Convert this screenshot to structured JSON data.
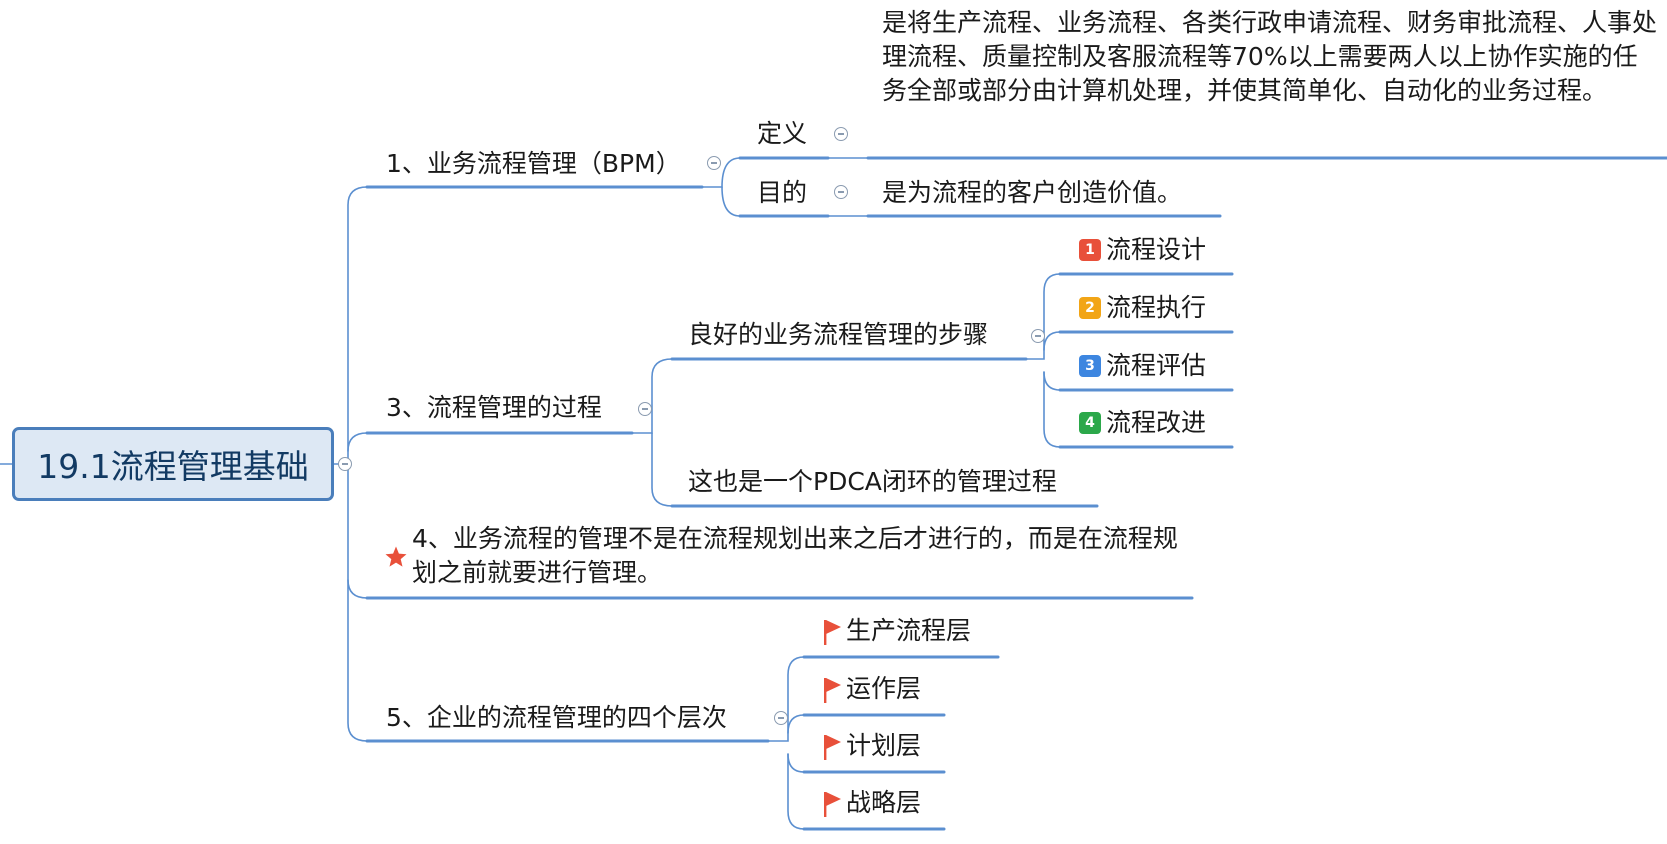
{
  "root": {
    "label": "19.1流程管理基础"
  },
  "branches": {
    "bpm": {
      "label": "1、业务流程管理（BPM）",
      "definition": {
        "label": "定义",
        "text": "是将生产流程、业务流程、各类行政申请流程、财务审批流程、人事处理流程、质量控制及客服流程等70%以上需要两人以上协作实施的任务全部或部分由计算机处理，并使其简单化、自动化的业务过程。"
      },
      "purpose": {
        "label": "目的",
        "text": "是为流程的客户创造价值。"
      }
    },
    "process": {
      "label": "3、流程管理的过程",
      "steps_label": "良好的业务流程管理的步骤",
      "steps": [
        {
          "number": "1",
          "label": "流程设计",
          "color": "#e8503a"
        },
        {
          "number": "2",
          "label": "流程执行",
          "color": "#f2a516"
        },
        {
          "number": "3",
          "label": "流程评估",
          "color": "#3d86e0"
        },
        {
          "number": "4",
          "label": "流程改进",
          "color": "#2ba84a"
        }
      ],
      "pdca": "这也是一个PDCA闭环的管理过程"
    },
    "note": {
      "text": "4、业务流程的管理不是在流程规划出来之后才进行的，而是在流程规划之前就要进行管理。",
      "icon": "star-icon",
      "icon_color": "#e8503a"
    },
    "levels": {
      "label": "5、企业的流程管理的四个层次",
      "icon": "flag-icon",
      "flag_color": "#e8503a",
      "items": [
        "生产流程层",
        "运作层",
        "计划层",
        "战略层"
      ]
    }
  },
  "colors": {
    "line": "#5b8fd0",
    "root_border": "#4a7ebb",
    "root_fill": "#dde8f4"
  }
}
